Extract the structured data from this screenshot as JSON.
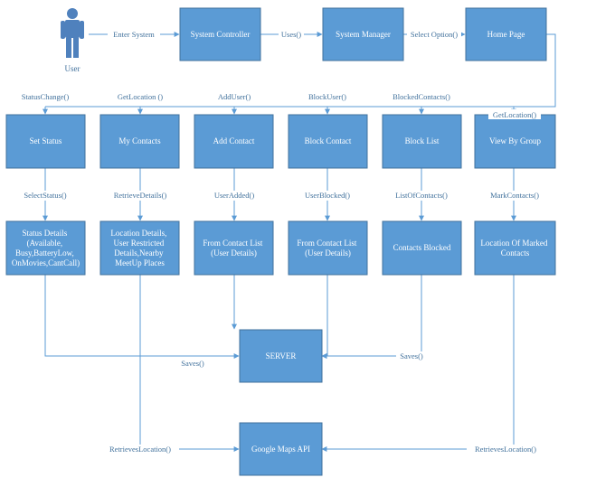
{
  "nodes": {
    "user": "User",
    "system_controller": "System Controller",
    "system_manager": "System Manager",
    "home_page": "Home Page",
    "set_status": "Set Status",
    "my_contacts": "My Contacts",
    "add_contact": "Add Contact",
    "block_contact": "Block Contact",
    "block_list": "Block List",
    "view_by_group": "View By Group",
    "status_details": [
      "Status Details",
      "(Available,",
      "Busy,BatteryLow,",
      "OnMovies,CantCall)"
    ],
    "location_details": [
      "Location Details,",
      "User Restricted",
      "Details,Nearby",
      "MeetUp Places"
    ],
    "from_contact_list_1": [
      "From Contact List",
      "(User Details)"
    ],
    "from_contact_list_2": [
      "From Contact List",
      "(User Details)"
    ],
    "contacts_blocked": "Contacts Blocked",
    "location_marked": [
      "Location Of Marked",
      "Contacts"
    ],
    "server": "SERVER",
    "google_maps": "Google Maps API"
  },
  "edges": {
    "enter_system": "Enter System",
    "uses": "Uses()",
    "select_option": "Select Option()",
    "status_change": "StatusChange()",
    "get_location": "GetLocation ()",
    "add_user": "AddUser()",
    "block_user": "BlockUser()",
    "blocked_contacts": "BlockedContacts()",
    "get_location_2": "GetLocation()",
    "select_status": "SelectStatus()",
    "retrieve_details": "RetrieveDetails()",
    "user_added": "UserAdded()",
    "user_blocked": "UserBlocked()",
    "list_of_contacts": "ListOfContacts()",
    "mark_contacts": "MarkContacts()",
    "saves_left": "Saves()",
    "saves_right": "Saves()",
    "retrieves_location_left": "RetrievesLocation()",
    "retrieves_location_right": "RetrievesLocation()"
  },
  "colors": {
    "box_fill": "#5b9bd5",
    "box_border": "#41719c",
    "edge": "#5b9bd5",
    "label_text": "#41719c"
  }
}
